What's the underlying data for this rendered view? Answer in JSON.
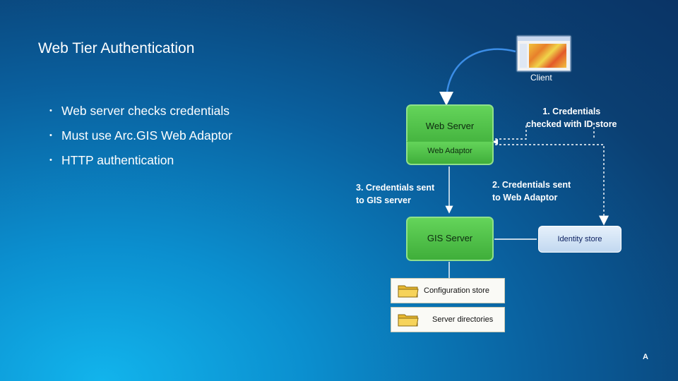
{
  "slide": {
    "title": "Web Tier Authentication",
    "corner_mark": "A"
  },
  "bullets": [
    "Web server checks credentials",
    "Must use Arc.GIS Web Adaptor",
    "HTTP authentication"
  ],
  "diagram": {
    "client_label": "Client",
    "web_server": "Web Server",
    "web_adaptor": "Web Adaptor",
    "gis_server": "GIS Server",
    "identity_store": "Identity store",
    "configuration_store": "Configuration store",
    "server_directories": "Server directories",
    "step1": [
      "1. Credentials",
      "checked with ID store"
    ],
    "step2": [
      "2. Credentials sent",
      "to Web Adaptor"
    ],
    "step3": [
      "3. Credentials sent",
      "to GIS server"
    ]
  },
  "colors": {
    "component_green": "#4cc244",
    "identity_store_fill": "#d3e4f6",
    "arrow_color": "#ffffff"
  }
}
